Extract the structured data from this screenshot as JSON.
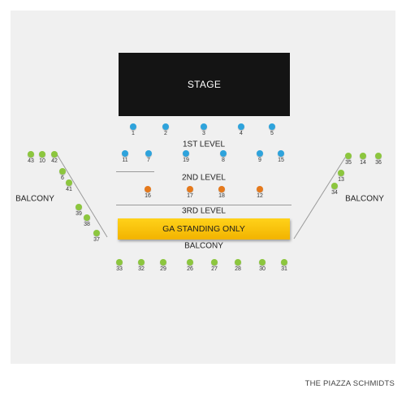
{
  "venue": {
    "name": "THE PIAZZA SCHMIDTS"
  },
  "stage": {
    "label": "STAGE"
  },
  "ga": {
    "label": "GA STANDING ONLY"
  },
  "levels": {
    "first": "1ST LEVEL",
    "second": "2ND LEVEL",
    "third": "3RD LEVEL",
    "balcony_center": "BALCONY",
    "balcony_left": "BALCONY",
    "balcony_right": "BALCONY"
  },
  "colors": {
    "level1": "#2ea3dc",
    "level2": "#e5791c",
    "balcony": "#8cc63e",
    "stage": "#141414",
    "ga": "#f5c000"
  },
  "seat_groups": [
    {
      "group": "row-1",
      "color": "level1",
      "labels": [
        "1",
        "2",
        "3",
        "4",
        "5"
      ]
    },
    {
      "group": "row-2",
      "color": "level1",
      "labels": [
        "11",
        "7",
        "19",
        "8",
        "9",
        "15"
      ]
    },
    {
      "group": "row-3",
      "color": "level2",
      "labels": [
        "16",
        "17",
        "18",
        "12"
      ]
    },
    {
      "group": "left-balcony",
      "color": "balcony",
      "labels": [
        "43",
        "10",
        "42",
        "6",
        "41",
        "39",
        "38",
        "37"
      ]
    },
    {
      "group": "right-balcony",
      "color": "balcony",
      "labels": [
        "35",
        "14",
        "36",
        "13",
        "34"
      ]
    },
    {
      "group": "bottom-balcony",
      "color": "balcony",
      "labels": [
        "33",
        "32",
        "29",
        "26",
        "27",
        "28",
        "30",
        "31"
      ]
    }
  ]
}
